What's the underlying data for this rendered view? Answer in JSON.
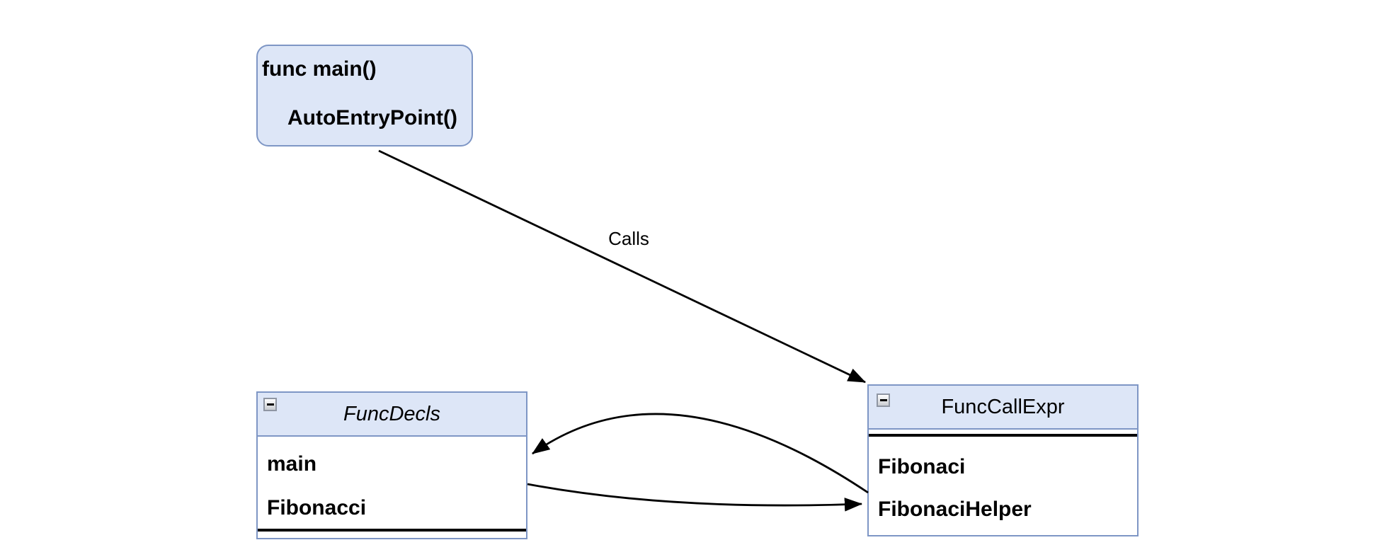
{
  "colors": {
    "background": "#ffffff",
    "node_fill": "#dde6f7",
    "node_border": "#7e96c5",
    "edge_color": "#000000",
    "text_color": "#000000"
  },
  "entry_node": {
    "line1": "func main()",
    "line2": "AutoEntryPoint()"
  },
  "edges": {
    "calls_label": "Calls"
  },
  "func_decls": {
    "title": "FuncDecls",
    "collapse_icon": "minus",
    "items": [
      "main",
      "Fibonacci"
    ]
  },
  "func_call_expr": {
    "title": "FuncCallExpr",
    "collapse_icon": "minus",
    "items": [
      "Fibonaci",
      "FibonaciHelper"
    ]
  }
}
